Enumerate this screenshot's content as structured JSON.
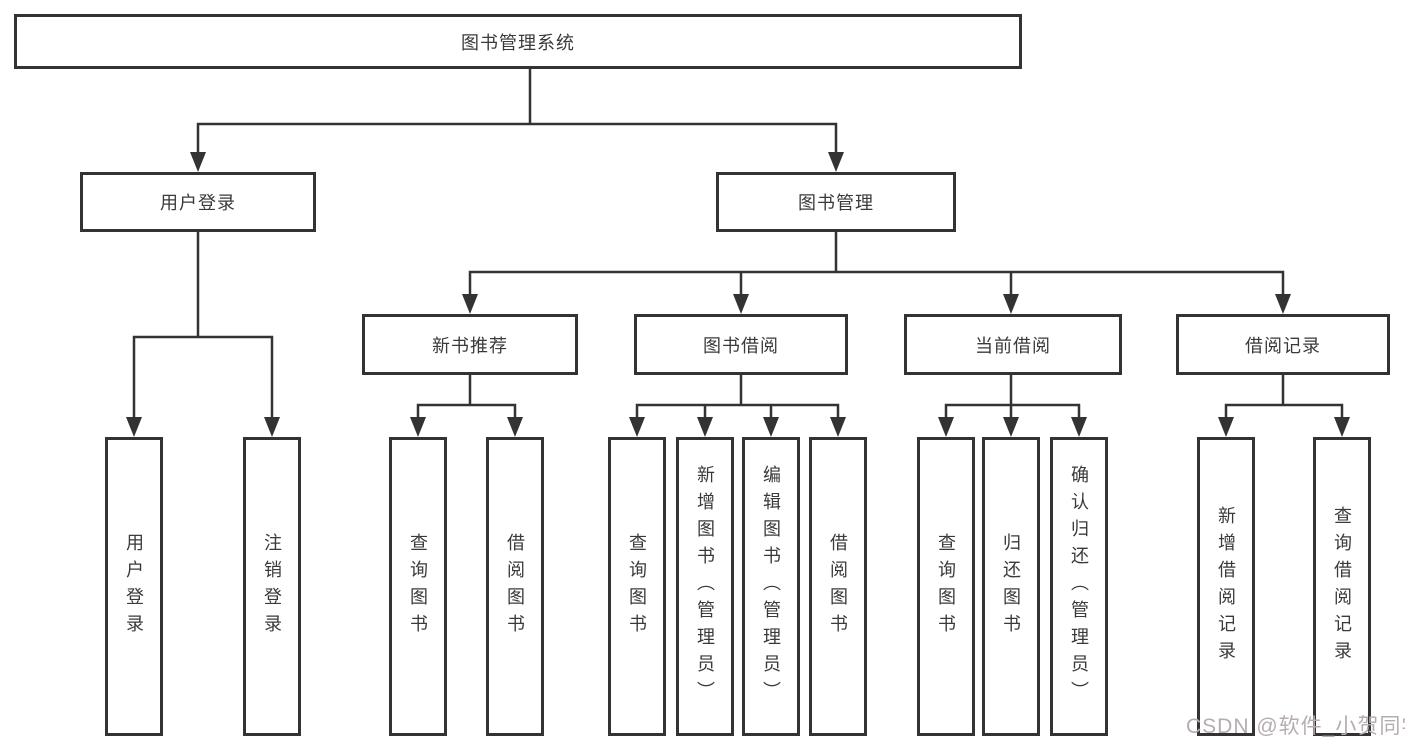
{
  "diagram": {
    "type": "hierarchy-tree",
    "colors": {
      "line": "#333333",
      "box_border": "#333333",
      "box_fill": "#ffffff",
      "text": "#3a3a3a",
      "watermark": "#b6aeae"
    },
    "tree": {
      "label": "图书管理系统",
      "children": [
        {
          "label": "用户登录",
          "children": [
            {
              "label": "用户登录"
            },
            {
              "label": "注销登录"
            }
          ]
        },
        {
          "label": "图书管理",
          "children": [
            {
              "label": "新书推荐",
              "children": [
                {
                  "label": "查询图书"
                },
                {
                  "label": "借阅图书"
                }
              ]
            },
            {
              "label": "图书借阅",
              "children": [
                {
                  "label": "查询图书"
                },
                {
                  "label": "新增图书（管理员）"
                },
                {
                  "label": "编辑图书（管理员）"
                },
                {
                  "label": "借阅图书"
                }
              ]
            },
            {
              "label": "当前借阅",
              "children": [
                {
                  "label": "查询图书"
                },
                {
                  "label": "归还图书"
                },
                {
                  "label": "确认归还（管理员）"
                }
              ]
            },
            {
              "label": "借阅记录",
              "children": [
                {
                  "label": "新增借阅记录"
                },
                {
                  "label": "查询借阅记录"
                }
              ]
            }
          ]
        }
      ]
    }
  },
  "watermark": {
    "text": "CSDN @软件_小贺同学"
  }
}
